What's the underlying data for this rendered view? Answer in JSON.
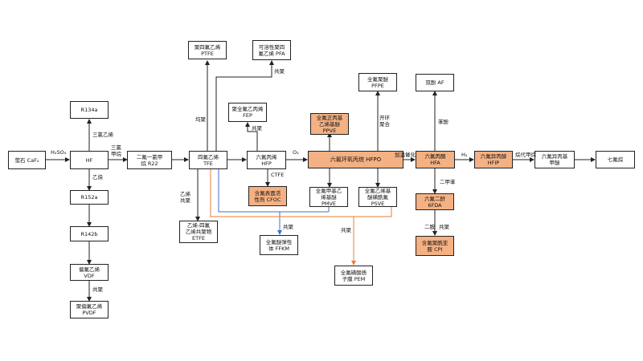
{
  "colors": {
    "line": "#222222",
    "highlight_fill": "#f4b183",
    "blue_line": "#4472c4",
    "orange_line": "#ed7d31"
  },
  "nodes": {
    "fluorite": "萤石 CaF₂",
    "hf": "HF",
    "r134a": "R134a",
    "r152a": "R152a",
    "r142b": "R142b",
    "vdf": [
      "偏氟乙烯",
      "VDF"
    ],
    "pvdf": [
      "聚偏氟乙烯",
      "PVDF"
    ],
    "r22": [
      "二氟一氯甲",
      "烷 R22"
    ],
    "tfe": [
      "四氟乙烯",
      "TFE"
    ],
    "ptfe": [
      "聚四氟乙烯",
      "PTFE"
    ],
    "pfa": [
      "可溶性聚四",
      "氟乙烯 PFA"
    ],
    "etfe": [
      "乙烯-四氟",
      "乙烯共聚物",
      "ETFE"
    ],
    "hfp": [
      "六氟丙烯",
      "HFP"
    ],
    "fep": [
      "聚全氟乙丙烯",
      "FEP"
    ],
    "cfoc": [
      "含氟表面活",
      "性剂 CFOC"
    ],
    "ffkm": [
      "全氟醚弹性",
      "体 FFKM"
    ],
    "hfpo": "六氟环氧丙烷 HFPO",
    "ppve": [
      "全氟正丙基",
      "乙烯基醚",
      "PPVE"
    ],
    "pmve": [
      "全氟甲基乙",
      "烯基醚",
      "PMVE"
    ],
    "psve": [
      "全氟乙烯基",
      "醚磺酰氟",
      "PSVE"
    ],
    "pfpe": [
      "全氟聚醚",
      "PFPE"
    ],
    "pem": [
      "全氟磺酸质",
      "子膜 PEM"
    ],
    "hfa": [
      "六氟丙酮",
      "HFA"
    ],
    "af": "双酚 AF",
    "fda6": [
      "六氟二酐",
      "6FDA"
    ],
    "cpi": [
      "含氟聚酰亚",
      "胺 CPI"
    ],
    "hfip": [
      "六氟异丙醇",
      "HFIP"
    ],
    "hfme": [
      "六氟异丙基",
      "甲醚"
    ],
    "sevo": "七氟烷"
  },
  "edge_labels": {
    "h2so4": "H₂SO₄",
    "trichloroethylene": "三氯乙烯",
    "acetylene": "乙炔",
    "copoly_vdf": "共聚",
    "chloroform": [
      "三氯",
      "甲烷"
    ],
    "homopoly": "均聚",
    "copoly_pfa": "共聚",
    "copoly_fep": "共聚",
    "ethylene_copoly": [
      "乙烯",
      "共聚"
    ],
    "ctfe": "CTFE",
    "o2": "O₂",
    "ring_open": [
      "开环",
      "聚合"
    ],
    "hydrogenation": "加温催化",
    "phenol": "苯酚",
    "h2": "H₂",
    "methylation": "烷代甲烷",
    "o_xylene": "二甲苯",
    "diamine": "二胺",
    "copoly_cpi": "共聚",
    "copoly_ffkm": "共聚",
    "copoly_pem": "共聚"
  }
}
